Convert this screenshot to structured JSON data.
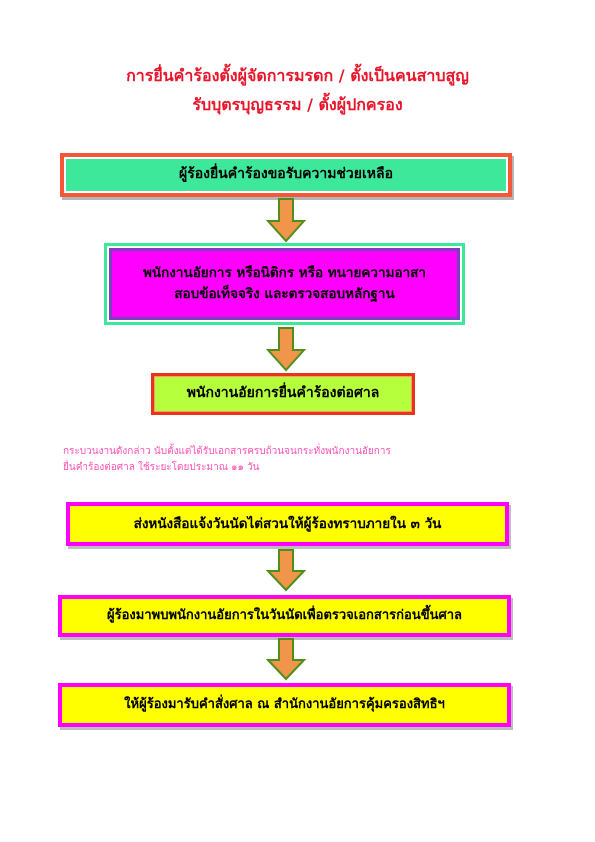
{
  "title": {
    "line1": "การยื่นคำร้องตั้งผู้จัดการมรดก / ตั้งเป็นคนสาบสูญ",
    "line2": "รับบุตรบุญธรรม / ตั้งผู้ปกครอง"
  },
  "steps": [
    {
      "text": "ผู้ร้องยื่นคำร้องขอรับความช่วยเหลือ"
    },
    {
      "line1": "พนักงานอัยการ หรือนิติกร หรือ ทนายความอาสา",
      "line2": "สอบข้อเท็จจริง และตรวจสอบหลักฐาน"
    },
    {
      "text": "พนักงานอัยการยื่นคำร้องต่อศาล"
    },
    {
      "text": "ส่งหนังสือแจ้งวันนัดไต่สวนให้ผู้ร้องทราบภายใน ๓ วัน"
    },
    {
      "text": "ผู้ร้องมาพบพนักงานอัยการในวันนัดเพื่อตรวจเอกสารก่อนขึ้นศาล"
    },
    {
      "text": "ให้ผู้ร้องมารับคำสั่งศาล ณ สำนักงานอัยการคุ้มครองสิทธิฯ"
    }
  ],
  "note": {
    "line1": "กระบวนงานดังกล่าว นับตั้งแต่ได้รับเอกสารครบถ้วนจนกระทั่งพนักงานอัยการ",
    "line2": "ยื่นคำร้องต่อศาล ใช้ระยะโดยประมาณ ๑๑ วัน"
  },
  "colors": {
    "title": "#e8162a",
    "green_box": "#3de89a",
    "magenta_box": "#ff00ff",
    "lime_box": "#b6ff3d",
    "yellow_box": "#ffff00",
    "arrow_fill": "#f0954a",
    "arrow_stroke": "#4e8f1c",
    "note": "#ff4fb3"
  }
}
